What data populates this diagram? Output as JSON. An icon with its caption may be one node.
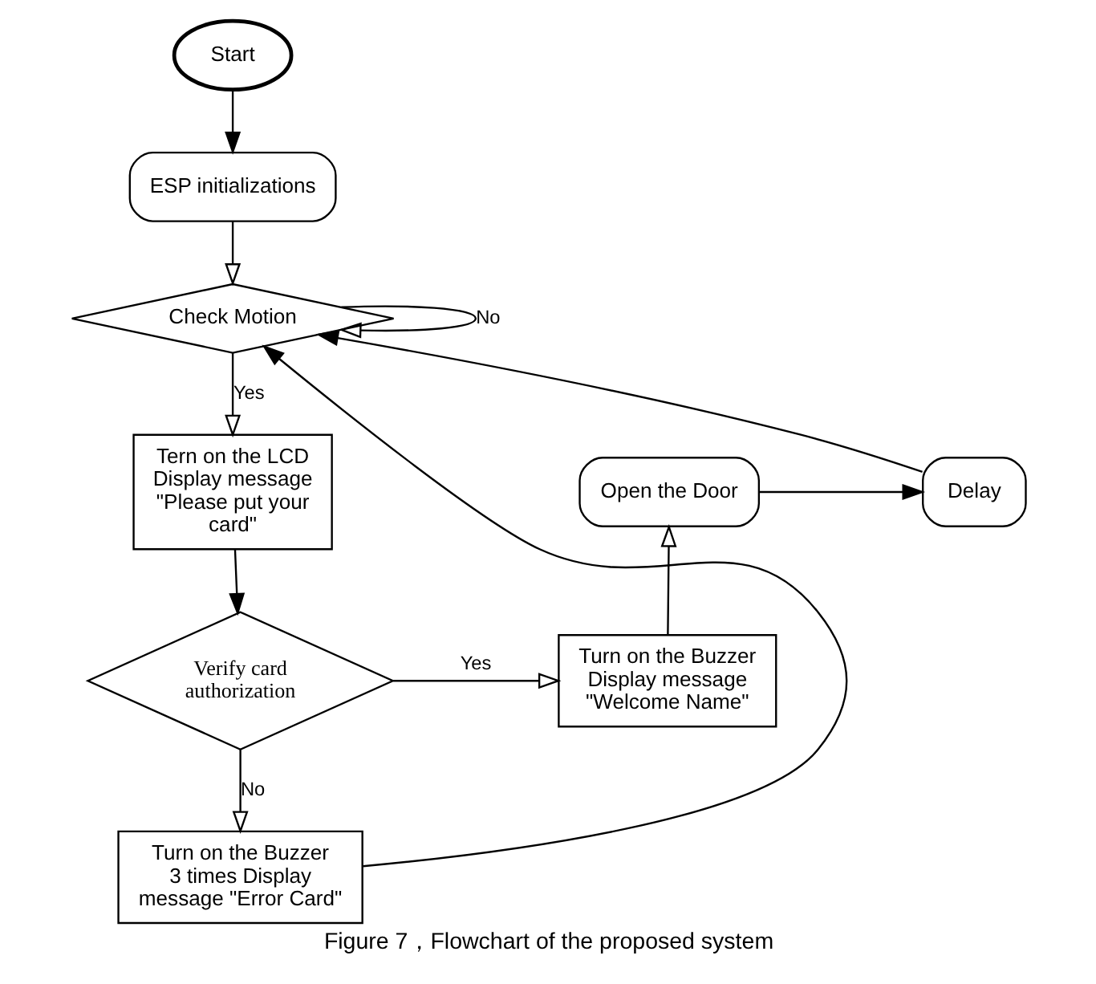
{
  "diagram": {
    "caption": "Figure 7，Flowchart of the proposed system",
    "nodes": [
      {
        "text": [
          "Start"
        ]
      },
      {
        "text": [
          "ESP initializations"
        ]
      },
      {
        "text": [
          "Check Motion"
        ]
      },
      {
        "text": [
          "Tern on the LCD Display message \"Please put your card\""
        ]
      },
      {
        "text": [
          "Open the Door"
        ]
      },
      {
        "text": [
          "Delay"
        ]
      },
      {
        "text": [
          "Verify card authorization"
        ]
      },
      {
        "text": [
          "Turn on the Buzzer Display message \"Welcome Name\""
        ]
      },
      {
        "text": [
          "Turn on the Buzzer  3 times Display message \"Error Card\""
        ]
      }
    ],
    "edges": [
      {
        "from": 0,
        "to": 1,
        "arrow": "to"
      },
      {
        "from": 1,
        "to": 2,
        "arrow": "to"
      },
      {
        "from": 2,
        "to": 2,
        "arrow": "to",
        "label": "No"
      },
      {
        "from": 2,
        "to": 3,
        "arrow": "to",
        "label": "Yes"
      },
      {
        "from": 3,
        "to": 6,
        "arrow": "to"
      },
      {
        "from": 6,
        "to": 7,
        "arrow": "to",
        "label": "Yes"
      },
      {
        "from": 6,
        "to": 8,
        "arrow": "to",
        "label": "No"
      },
      {
        "from": 7,
        "to": 4,
        "arrow": "to"
      },
      {
        "from": 4,
        "to": 5,
        "arrow": "to"
      },
      {
        "from": 5,
        "to": 2,
        "arrow": "to"
      },
      {
        "from": 8,
        "to": 2,
        "arrow": "to"
      }
    ]
  }
}
